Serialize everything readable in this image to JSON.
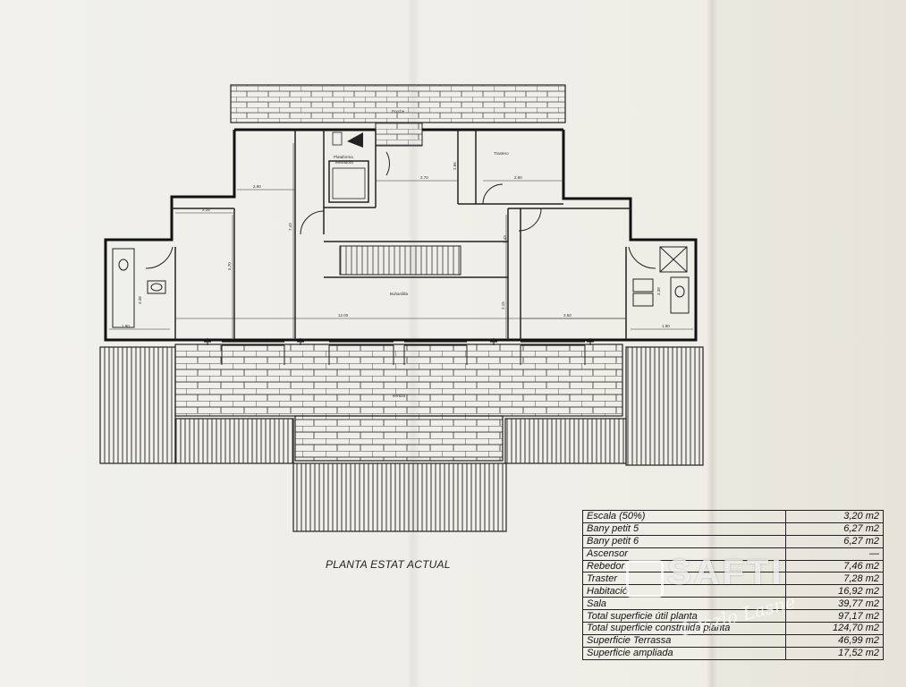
{
  "plan": {
    "title": "PLANTA ESTAT ACTUAL",
    "rooms": {
      "porche": "Porche",
      "trastero": "Trastero",
      "plataforma_1": "Plataforma",
      "plataforma_2": "elevadora",
      "buhardilla": "Buhardilla",
      "terraza": "Terraza"
    },
    "dims": {
      "d1": "2.90",
      "d2": "2.70",
      "d3": "2.80",
      "d4": "2.25",
      "d5": "12.00",
      "d6": "3.60",
      "d7": "1.90",
      "d8": "1.90",
      "d9": "7.43",
      "d10": "5.70",
      "d11": "2.15",
      "d12": "3.38",
      "d13": "3.38",
      "d14": "2.86",
      "d15": "2.43"
    }
  },
  "areas_table": [
    {
      "label": "Escala (50%)",
      "value": "3,20 m2"
    },
    {
      "label": "Bany petit 5",
      "value": "6,27 m2"
    },
    {
      "label": "Bany petit 6",
      "value": "6,27 m2"
    },
    {
      "label": "Ascensor",
      "value": "—"
    },
    {
      "label": "Rebedor",
      "value": "7,46 m2"
    },
    {
      "label": "Traster",
      "value": "7,28 m2"
    },
    {
      "label": "Habitació",
      "value": "16,92 m2"
    },
    {
      "label": "Sala",
      "value": "39,77 m2"
    },
    {
      "label": "Total superficie útil planta",
      "value": "97,17 m2"
    },
    {
      "label": "Total superficie construida planta",
      "value": "124,70 m2"
    },
    {
      "label": "Superficie Terrassa",
      "value": "46,99 m2"
    },
    {
      "label": "Superficie ampliada",
      "value": "17,52 m2"
    }
  ],
  "watermark": {
    "brand": "SAFTI",
    "signature": "Laszlo Lasne"
  }
}
